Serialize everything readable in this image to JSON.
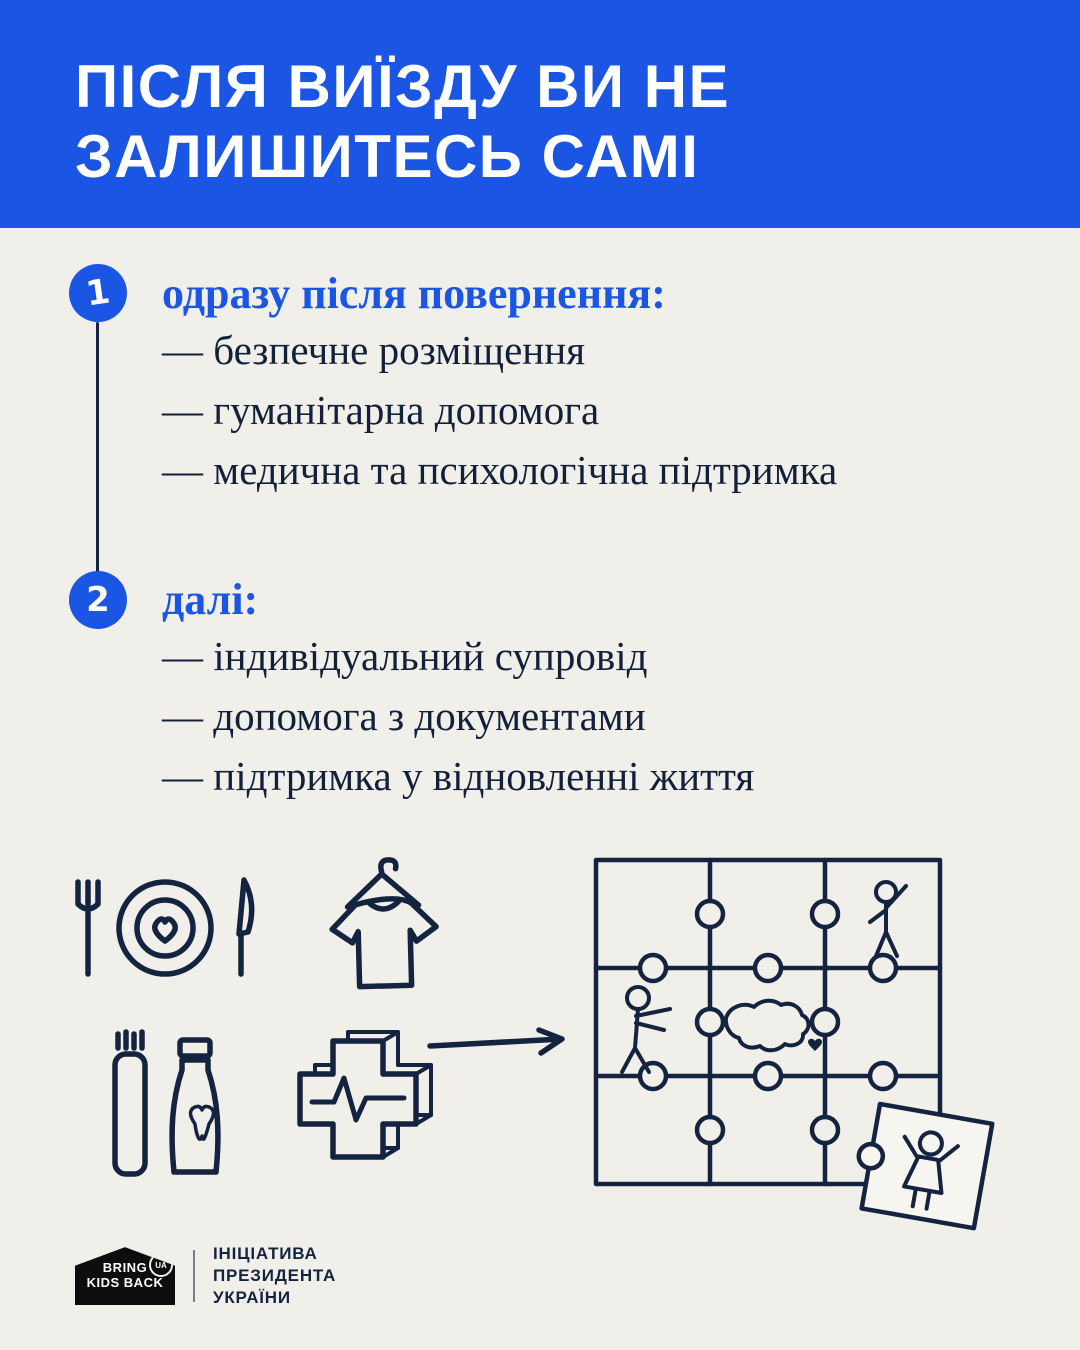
{
  "page": {
    "bg_color": "#f1efe9",
    "accent_color": "#1b55e4",
    "ink_color": "#14233f"
  },
  "header": {
    "title_line1": "ПІСЛЯ ВИЇЗДУ ВИ НЕ",
    "title_line2": "ЗАЛИШИТЕСЬ САМІ",
    "bg_color": "#1b55e4",
    "text_color": "#ffffff"
  },
  "steps": [
    {
      "number": "1",
      "heading": "одразу після повернення:",
      "items": [
        "— безпечне розміщення",
        "— гуманітарна допомога",
        "— медична та психологічна підтримка"
      ]
    },
    {
      "number": "2",
      "heading": "далі:",
      "items": [
        "— індивідуальний супровід",
        "— допомога з документами",
        "— підтримка у відновленні життя"
      ]
    }
  ],
  "illustrations": {
    "icons": [
      "meal-icon",
      "clothing-hanger-icon",
      "hygiene-toothbrush-toothpaste-icon",
      "medical-cross-icon",
      "arrow-right-icon",
      "puzzle-with-people-illustration"
    ]
  },
  "footer": {
    "logo_line1": "BRING",
    "logo_line2": "KIDS BACK",
    "logo_badge": "UA",
    "caption_line1": "ІНІЦІАТИВА",
    "caption_line2": "ПРЕЗИДЕНТА",
    "caption_line3": "УКРАЇНИ"
  }
}
